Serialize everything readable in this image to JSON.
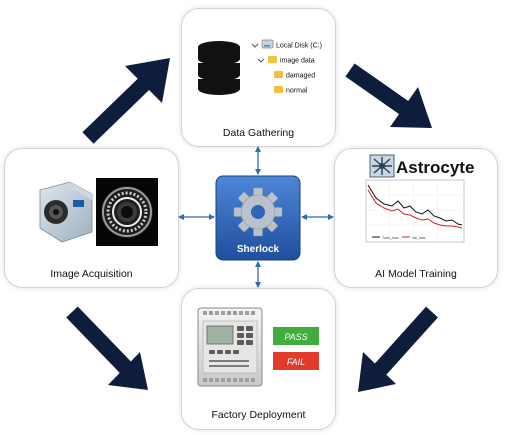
{
  "center": {
    "label": "Sherlock"
  },
  "cards": {
    "data_gathering": {
      "label": "Data Gathering"
    },
    "image_acquisition": {
      "label": "Image Acquisition"
    },
    "ai_model_training": {
      "label": "AI Model Training"
    },
    "factory_deployment": {
      "label": "Factory Deployment"
    }
  },
  "file_tree": {
    "root": "Local Disk (C:)",
    "items": [
      "image data",
      "damaged",
      "normal"
    ]
  },
  "astrocyte": {
    "logo_text": "Astrocyte",
    "legend": [
      "Train_loss",
      "Val_loss"
    ]
  },
  "plc": {
    "pass_label": "PASS",
    "fail_label": "FAIL"
  },
  "colors": {
    "arrow": "#0f1d3d",
    "connector": "#2e6bb5",
    "sherlock_tile": "#2f64b7",
    "pass": "#3fae3b",
    "fail": "#e23a2c"
  }
}
